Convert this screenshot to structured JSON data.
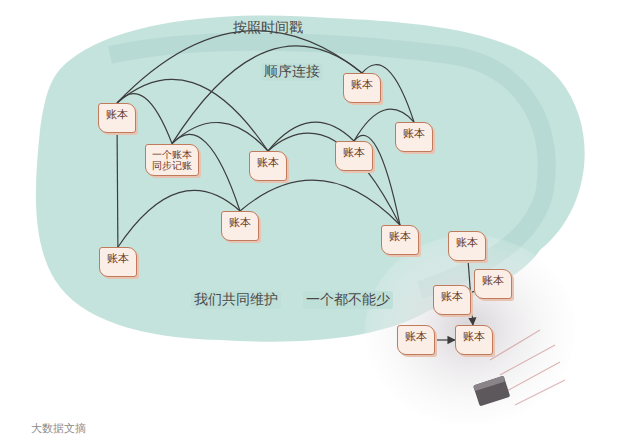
{
  "diagram": {
    "nodes": [
      {
        "text": [
          "账本"
        ]
      },
      {
        "text": [
          "账本"
        ]
      },
      {
        "text": [
          "账本"
        ]
      },
      {
        "text": [
          "账本"
        ]
      },
      {
        "text": [
          "一个账本同步记账"
        ]
      },
      {
        "text": [
          "账本"
        ]
      },
      {
        "text": [
          "账本"
        ]
      },
      {
        "text": [
          "账本"
        ]
      },
      {
        "text": [
          "账本"
        ]
      },
      {
        "text": [
          "账本"
        ]
      },
      {
        "text": [
          "账本"
        ]
      },
      {
        "text": [
          "账本"
        ]
      },
      {
        "text": [
          "账本"
        ]
      },
      {
        "text": [
          "账本"
        ]
      }
    ],
    "edges": [
      {
        "from": 1,
        "to": 4,
        "arrow": "none"
      },
      {
        "from": 4,
        "to": 5,
        "arrow": "none"
      },
      {
        "from": 5,
        "to": 3,
        "arrow": "none"
      },
      {
        "from": 3,
        "to": 2,
        "arrow": "none"
      },
      {
        "from": 1,
        "to": 0,
        "arrow": "none"
      },
      {
        "from": 4,
        "to": 0,
        "arrow": "none"
      },
      {
        "from": 0,
        "to": 2,
        "arrow": "none"
      },
      {
        "from": 1,
        "to": 8,
        "arrow": "none"
      },
      {
        "from": 8,
        "to": 6,
        "arrow": "none"
      },
      {
        "from": 6,
        "to": 7,
        "arrow": "none"
      },
      {
        "from": 4,
        "to": 6,
        "arrow": "none"
      },
      {
        "from": 5,
        "to": 7,
        "arrow": "none"
      },
      {
        "from": 1,
        "to": 5,
        "arrow": "none"
      },
      {
        "from": 3,
        "to": 7,
        "arrow": "none"
      },
      {
        "from": 9,
        "to": 13,
        "arrow": "to"
      },
      {
        "from": 12,
        "to": 13,
        "arrow": "to"
      },
      {
        "from": 10,
        "to": 11,
        "arrow": "none"
      }
    ],
    "labels": [
      "按照时间戳",
      "顺序连接",
      "我们共同维护",
      "一个都不能少",
      "大数据文摘"
    ]
  }
}
